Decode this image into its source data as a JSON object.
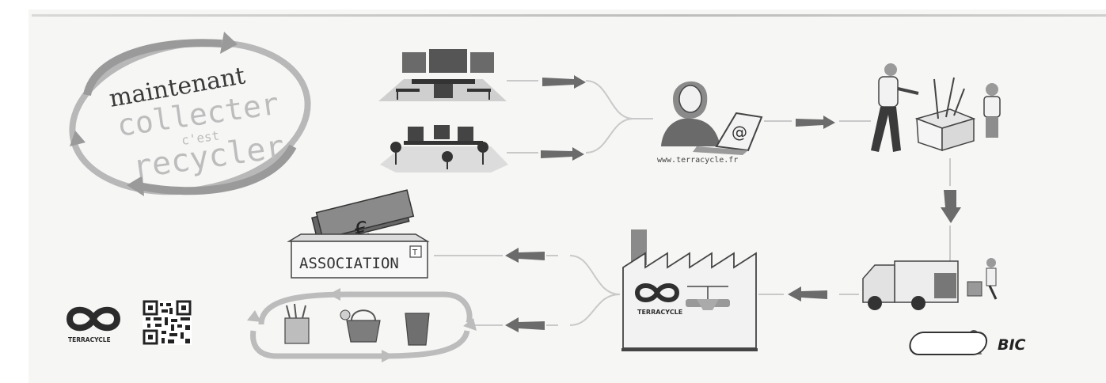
{
  "slogan": {
    "line1": "maintenant",
    "line2": "collecter",
    "line3": "c'est",
    "line4": "recycler"
  },
  "website": "www.terracycle.fr",
  "association_label": "ASSOCIATION",
  "association_badge": "T",
  "brand": {
    "terracycle_logo_text": "TERRACYCLE",
    "factory_logo_text": "TERRACYCLE",
    "bic_label": "BIC",
    "currency_symbol": "€",
    "email_symbol": "@"
  },
  "colors": {
    "ink": "#3a3a3a",
    "mid_gray": "#8a8a8a",
    "light_gray": "#c8c8c8",
    "paper": "#f6f6f5"
  }
}
